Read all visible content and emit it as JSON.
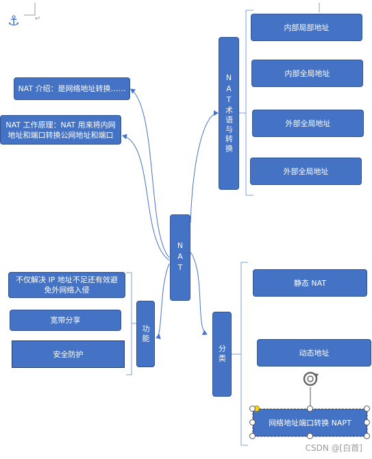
{
  "center": {
    "label": "NAT"
  },
  "left_top": [
    {
      "label": "NAT 介绍：是网络地址转换……"
    },
    {
      "label": "NAT 工作原理：NAT 用来将内网地址和端口转换公网地址和端口"
    }
  ],
  "terms": {
    "label": "NAT术语与转换",
    "items": [
      "内部局部地址",
      "内部全局地址",
      "外部全局地址",
      "外部全局地址"
    ]
  },
  "functions": {
    "label": "功能",
    "items": [
      "不仅解决 IP 地址不足还有效避免外网络入侵",
      "宽带分享",
      "安全防护"
    ]
  },
  "categories": {
    "label": "分类",
    "items": [
      "静态 NAT",
      "动态地址",
      "网络地址端口转换 NAPT"
    ]
  },
  "symbols": {
    "return_mark": "↵",
    "anchor_icon": "anchor-icon",
    "rotate_icon": "rotate-handle-icon"
  },
  "watermark": "CSDN @[白首]",
  "colors": {
    "box_fill": "#4472c4",
    "box_border": "#2f528f",
    "connector": "#4472c4",
    "bracket": "#7f9fd4"
  }
}
